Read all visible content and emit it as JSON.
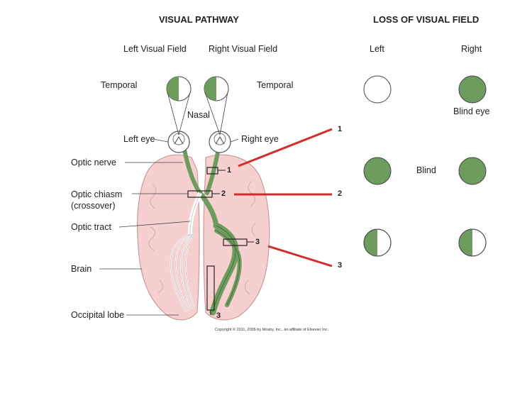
{
  "headings": {
    "pathway": "VISUAL PATHWAY",
    "loss": "LOSS OF VISUAL FIELD"
  },
  "pathway": {
    "left_visual_field": "Left Visual Field",
    "right_visual_field": "Right Visual Field",
    "temporal_left": "Temporal",
    "temporal_right": "Temporal",
    "nasal": "Nasal",
    "left_eye": "Left eye",
    "right_eye": "Right eye",
    "optic_nerve": "Optic nerve",
    "optic_chiasm": "Optic chiasm",
    "crossover": "(crossover)",
    "optic_tract": "Optic tract",
    "brain": "Brain",
    "occipital_lobe": "Occipital lobe",
    "lesion_1": "1",
    "lesion_2": "2",
    "lesion_3_tract": "3",
    "lesion_3_lobe": "3",
    "copyright": "Copyright © 2011, 2006 by Mosby, Inc., an affiliate of Elsevier Inc."
  },
  "loss": {
    "col_left": "Left",
    "col_right": "Right",
    "blind_eye": "Blind eye",
    "blind": "Blind",
    "pointer_1": "1",
    "pointer_2": "2",
    "pointer_3": "3"
  },
  "colors": {
    "field_green": "#6e9b5e",
    "pointer_red": "#d42b2b",
    "brain_pink": "#f6cfcf"
  }
}
